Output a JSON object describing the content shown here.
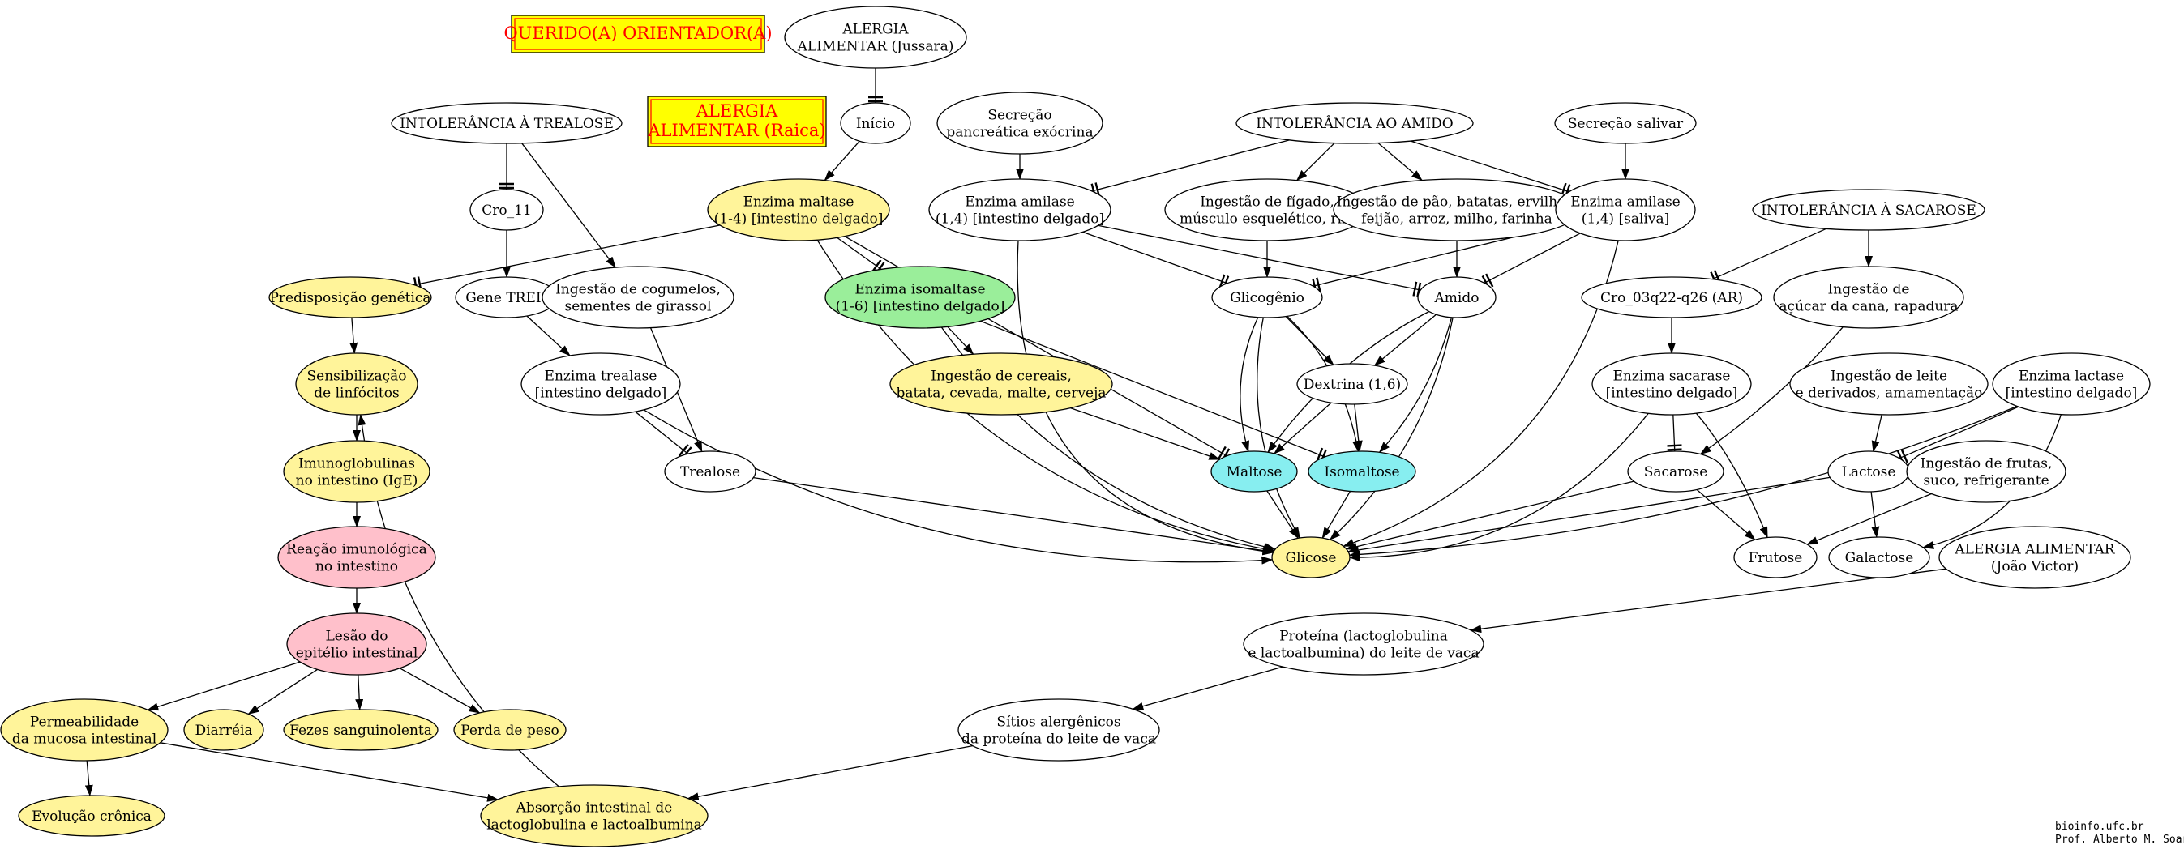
{
  "colors": {
    "white": "#ffffff",
    "yellow": "#fff49a",
    "green": "#9aee9a",
    "cyan": "#87eef0",
    "pink": "#ffc0cb",
    "highlight_box": "#ffff00",
    "highlight_text": "#ff0000"
  },
  "nodes": {
    "querido": "QUERIDO(A) ORIENTADOR(A)",
    "aa_jussara": [
      "ALERGIA",
      "ALIMENTAR (Jussara)"
    ],
    "aa_raica": [
      "ALERGIA",
      "ALIMENTAR (Raica)"
    ],
    "inicio": "Início",
    "int_trealose": "INTOLERÂNCIA À TREALOSE",
    "secr_pancr": [
      "Secreção",
      "pancreática exócrina"
    ],
    "int_amido": "INTOLERÂNCIA AO AMIDO",
    "secr_saliva": "Secreção salivar",
    "cro11": "Cro_11",
    "maltase": [
      "Enzima maltase",
      "(1-4) [intestino delgado]"
    ],
    "amil_int": [
      "Enzima amilase",
      "(1,4) [intestino delgado]"
    ],
    "ing_figado": [
      "Ingestão de fígado,",
      "músculo esquelético, rim"
    ],
    "ing_pao": [
      "Ingestão de pão, batatas, ervilhas,",
      "feijão, arroz, milho, farinha"
    ],
    "amil_sal": [
      "Enzima amilase",
      "(1,4) [saliva]"
    ],
    "int_sacarose": "INTOLERÂNCIA À SACAROSE",
    "predisp": "Predisposição genética",
    "gene_treh": "Gene TREH",
    "ing_cogum": [
      "Ingestão de cogumelos,",
      "sementes de girassol"
    ],
    "isomaltase": [
      "Enzima isomaltase",
      "(1-6) [intestino delgado]"
    ],
    "glicogenio": "Glicogênio",
    "amido": "Amido",
    "cro03": "Cro_03q22-q26 (AR)",
    "ing_acucar": [
      "Ingestão de",
      "açúcar da cana, rapadura"
    ],
    "sensib": [
      "Sensibilização",
      "de linfócitos"
    ],
    "trealase": [
      "Enzima trealase",
      "[intestino delgado]"
    ],
    "ing_cereais": [
      "Ingestão de cereais,",
      "batata, cevada, malte, cerveja"
    ],
    "dextrina": "Dextrina (1,6)",
    "sacarase": [
      "Enzima sacarase",
      "[intestino delgado]"
    ],
    "ing_leite": [
      "Ingestão de leite",
      "e derivados, amamentação"
    ],
    "lactase": [
      "Enzima lactase",
      "[intestino delgado]"
    ],
    "imuno": [
      "Imunoglobulinas",
      "no intestino (IgE)"
    ],
    "trealose": "Trealose",
    "maltose": "Maltose",
    "isomaltose": "Isomaltose",
    "sacarose": "Sacarose",
    "lactose": "Lactose",
    "ing_frutas": [
      "Ingestão de frutas,",
      "suco, refrigerante"
    ],
    "reacao": [
      "Reação imunológica",
      "no intestino"
    ],
    "glicose": "Glicose",
    "frutose": "Frutose",
    "galactose": "Galactose",
    "aa_joao": [
      "ALERGIA ALIMENTAR",
      "(João Victor)"
    ],
    "lesao": [
      "Lesão do",
      "epitélio intestinal"
    ],
    "proteina": [
      "Proteína (lactoglobulina",
      "e lactoalbumina) do leite de vaca"
    ],
    "permeab": [
      "Permeabilidade",
      "da mucosa intestinal"
    ],
    "diarreia": "Diarréia",
    "fezes": "Fezes sanguinolenta",
    "perda": "Perda de peso",
    "sitios": [
      "Sítios alergênicos",
      "da proteína do leite de vaca"
    ],
    "evolucao": "Evolução crônica",
    "absorcao": [
      "Absorção intestinal de",
      "lactoglobulina e lactoalbumina"
    ]
  },
  "credits": [
    "bioinfo.ufc.br",
    "Prof. Alberto M. Soares"
  ]
}
